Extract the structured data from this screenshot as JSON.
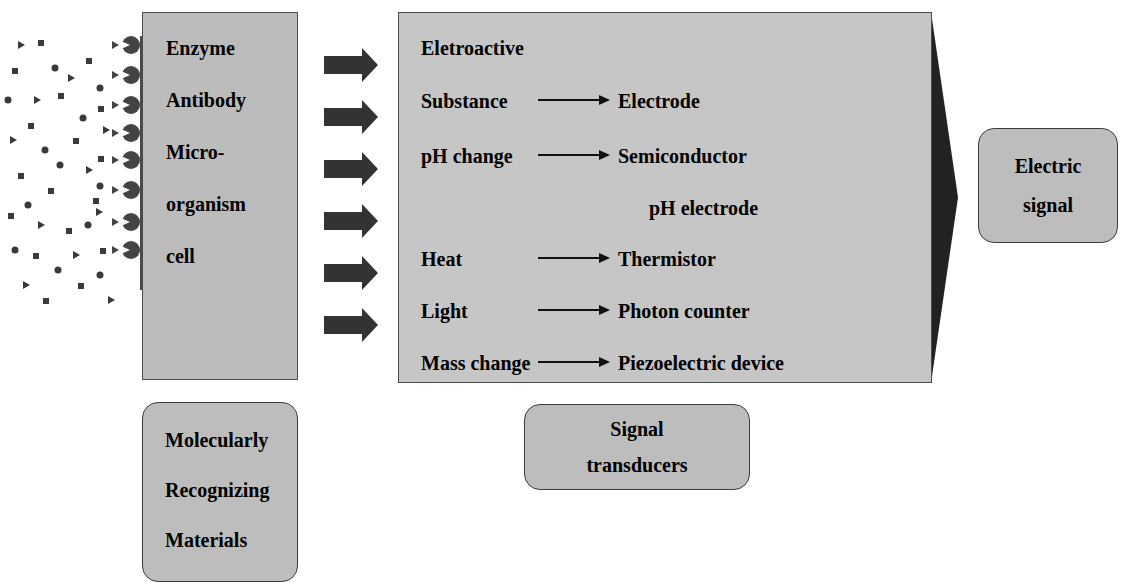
{
  "diagram": {
    "nodes": [
      {
        "text": [
          "Enzyme",
          "Antibody",
          "Micro- organism",
          "cell"
        ]
      },
      {
        "text": [
          "Eletroactive Substance",
          "Electrode",
          "pH change",
          "Semiconductor",
          "pH electrode",
          "Heat",
          "Thermistor",
          "Light",
          "Photon counter",
          "Mass change",
          "Piezoelectric device"
        ]
      },
      {
        "text": [
          "Electric signal"
        ]
      },
      {
        "text": [
          "Molecularly Recognizing Materials"
        ]
      },
      {
        "text": [
          "Signal transducers"
        ]
      }
    ],
    "edges": [
      {
        "from": 0,
        "to": 1,
        "arrow": "to"
      },
      {
        "from": 0,
        "to": 1,
        "arrow": "to"
      },
      {
        "from": 0,
        "to": 1,
        "arrow": "to"
      },
      {
        "from": 0,
        "to": 1,
        "arrow": "to"
      },
      {
        "from": 0,
        "to": 1,
        "arrow": "to"
      },
      {
        "from": 0,
        "to": 1,
        "arrow": "to"
      },
      {
        "from": 1,
        "to": 2,
        "arrow": "to"
      }
    ]
  }
}
